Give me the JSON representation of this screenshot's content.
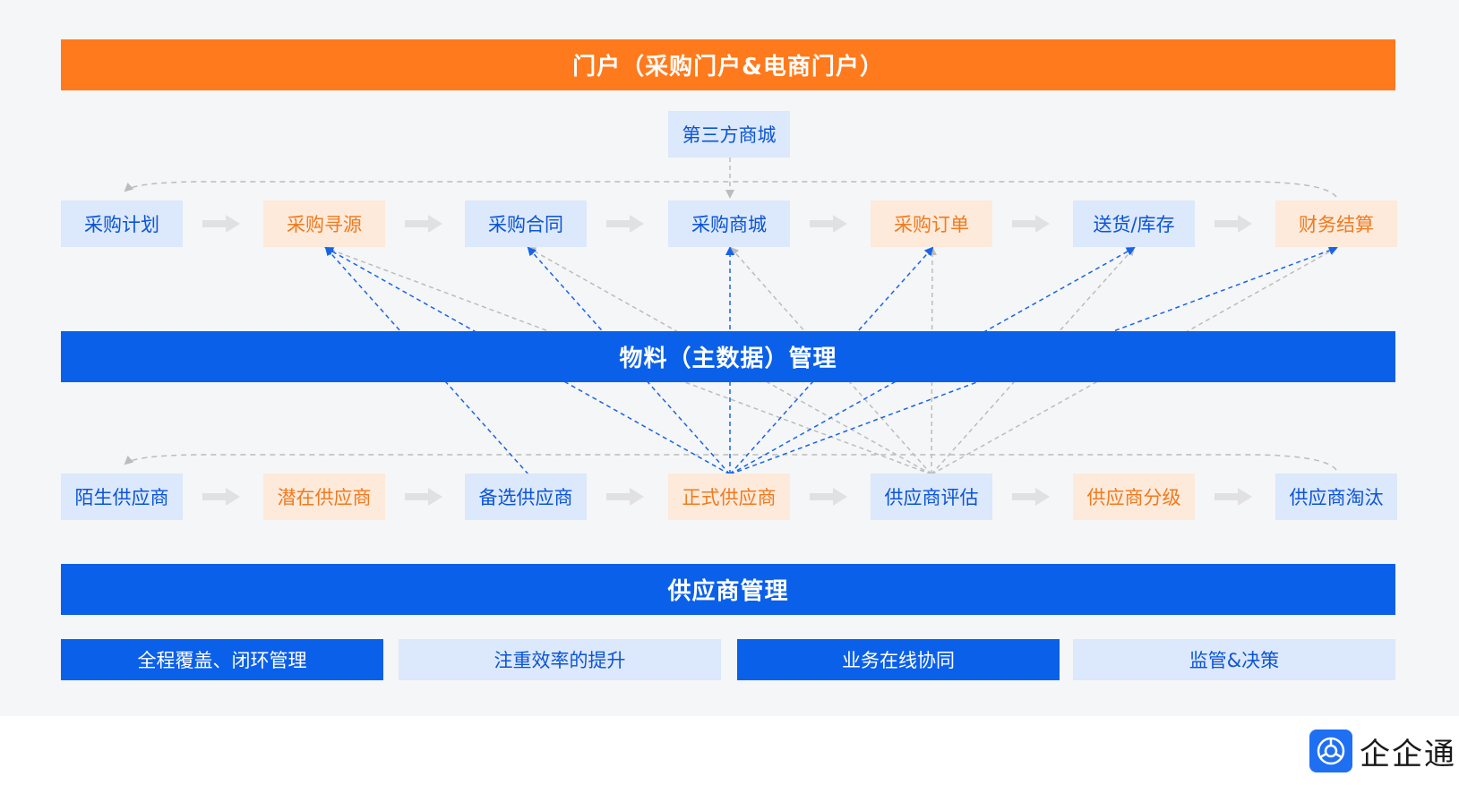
{
  "portal": {
    "label": "门户（采购门户&电商门户）"
  },
  "third_party_mall": "第三方商城",
  "procurement_flow": [
    {
      "label": "采购计划",
      "tone": "blue"
    },
    {
      "label": "采购寻源",
      "tone": "orange"
    },
    {
      "label": "采购合同",
      "tone": "blue"
    },
    {
      "label": "采购商城",
      "tone": "blue"
    },
    {
      "label": "采购订单",
      "tone": "orange"
    },
    {
      "label": "送货/库存",
      "tone": "blue"
    },
    {
      "label": "财务结算",
      "tone": "orange"
    }
  ],
  "material_bar": {
    "label": "物料（主数据）管理"
  },
  "supplier_flow": [
    {
      "label": "陌生供应商",
      "tone": "blue"
    },
    {
      "label": "潜在供应商",
      "tone": "orange"
    },
    {
      "label": "备选供应商",
      "tone": "blue"
    },
    {
      "label": "正式供应商",
      "tone": "orange"
    },
    {
      "label": "供应商评估",
      "tone": "blue"
    },
    {
      "label": "供应商分级",
      "tone": "orange"
    },
    {
      "label": "供应商淘汰",
      "tone": "blue"
    }
  ],
  "supplier_bar": {
    "label": "供应商管理"
  },
  "features": [
    {
      "label": "全程覆盖、闭环管理",
      "tone": "dark"
    },
    {
      "label": "注重效率的提升",
      "tone": "light"
    },
    {
      "label": "业务在线协同",
      "tone": "dark"
    },
    {
      "label": "监管&决策",
      "tone": "light"
    }
  ],
  "logo": {
    "text": "企企通"
  },
  "colors": {
    "orange": "#ff7a1c",
    "blue": "#0b60ea",
    "light_blue_box": "#dce8fb",
    "light_orange_box": "#fdeada",
    "dashed_blue": "#1664e8",
    "dashed_gray": "#bcbcbc"
  }
}
